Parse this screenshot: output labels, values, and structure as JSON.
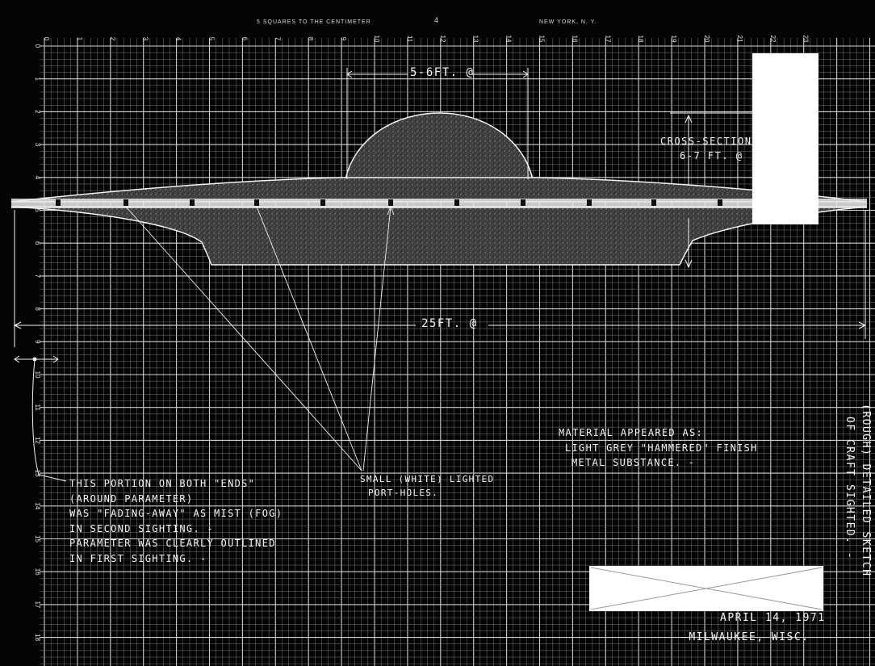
{
  "header": {
    "left": "5 SQUARES TO THE CENTIMETER",
    "center": "4",
    "right": "NEW YORK, N. Y."
  },
  "ruler": {
    "top": [
      "0",
      "1",
      "2",
      "3",
      "4",
      "5",
      "6",
      "7",
      "8",
      "9",
      "10",
      "11",
      "12",
      "13",
      "14",
      "15",
      "16",
      "17",
      "18",
      "19",
      "20",
      "21",
      "22",
      "23"
    ],
    "left": [
      "0",
      "1",
      "2",
      "3",
      "4",
      "5",
      "6",
      "7",
      "8",
      "9",
      "10",
      "11",
      "12",
      "13",
      "14",
      "15",
      "16",
      "17",
      "18"
    ]
  },
  "dimensions": {
    "dome_width": "5-6FT. @",
    "cross_section_1": "CROSS-SECTION",
    "cross_section_2": "6-7 FT. @",
    "overall_width": "25FT. @"
  },
  "notes": {
    "ends": [
      "THIS PORTION ON BOTH \"ENDS\"",
      "(AROUND PARAMETER)",
      "WAS \"FADING-AWAY\" AS MIST (FOG)",
      "IN SECOND SIGHTING. -",
      "PARAMETER WAS CLEARLY OUTLINED",
      "IN FIRST SIGHTING. -"
    ],
    "portholes": [
      "SMALL (WHITE) LIGHTED",
      "PORT-HOLES."
    ],
    "material": [
      "MATERIAL APPEARED AS:",
      "LIGHT GREY \"HAMMERED\" FINISH",
      "METAL SUBSTANCE. -"
    ]
  },
  "side_caption": [
    "(ROUGH) DETAILED SKETCH",
    "OF CRAFT SIGHTED. -"
  ],
  "signature": {
    "date": "APRIL 14, 1971",
    "place": "—MILWAUKEE, WISC."
  },
  "colors": {
    "paper": "#040404",
    "grid_minor": "#7a7a7a",
    "grid_major": "#d0d0d0",
    "ink": "#f4f4f4"
  }
}
